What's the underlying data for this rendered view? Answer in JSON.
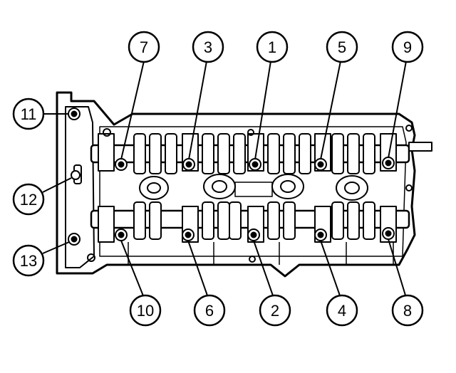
{
  "callouts": [
    {
      "id": "c7",
      "label": "7"
    },
    {
      "id": "c3",
      "label": "3"
    },
    {
      "id": "c1",
      "label": "1"
    },
    {
      "id": "c5",
      "label": "5"
    },
    {
      "id": "c9",
      "label": "9"
    },
    {
      "id": "c11",
      "label": "11"
    },
    {
      "id": "c12",
      "label": "12"
    },
    {
      "id": "c13",
      "label": "13"
    },
    {
      "id": "c10",
      "label": "10"
    },
    {
      "id": "c6",
      "label": "6"
    },
    {
      "id": "c2",
      "label": "2"
    },
    {
      "id": "c4",
      "label": "4"
    },
    {
      "id": "c8",
      "label": "8"
    }
  ]
}
